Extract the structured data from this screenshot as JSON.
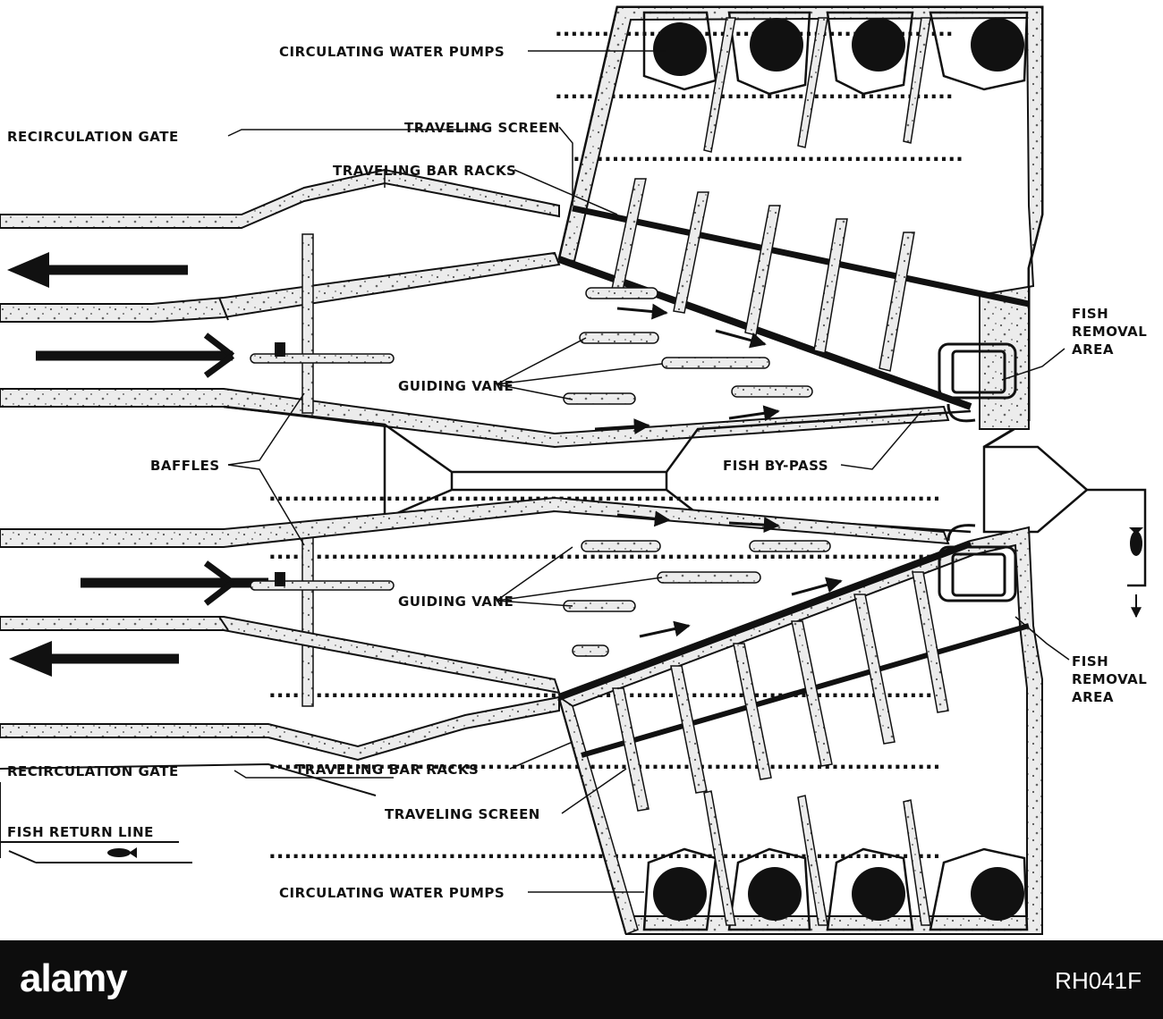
{
  "labels": {
    "pumps_top": "CIRCULATING WATER PUMPS",
    "screen_top": "TRAVELING SCREEN",
    "bar_racks_top": "TRAVELING BAR RACKS",
    "recirc_top": "RECIRCULATION GATE",
    "fish_removal_top": [
      "FISH",
      "REMOVAL",
      "AREA"
    ],
    "guiding_vane_top": "GUIDING VANE",
    "baffles": "BAFFLES",
    "fish_bypass": "FISH BY-PASS",
    "guiding_vane_bottom": "GUIDING VANE",
    "fish_removal_bottom": [
      "FISH",
      "REMOVAL",
      "AREA"
    ],
    "recirc_bottom": "RECIRCULATION GATE",
    "bar_racks_bottom": "TRAVELING BAR RACKS",
    "screen_bottom": "TRAVELING SCREEN",
    "fish_return": "FISH RETURN LINE",
    "pumps_bottom": "CIRCULATING WATER PUMPS"
  },
  "footer": {
    "logo": "alamy",
    "image_id": "RH041F"
  },
  "colors": {
    "ink": "#111111",
    "concrete": "#e6e6e6",
    "footer_bg": "#0d0d0d"
  }
}
